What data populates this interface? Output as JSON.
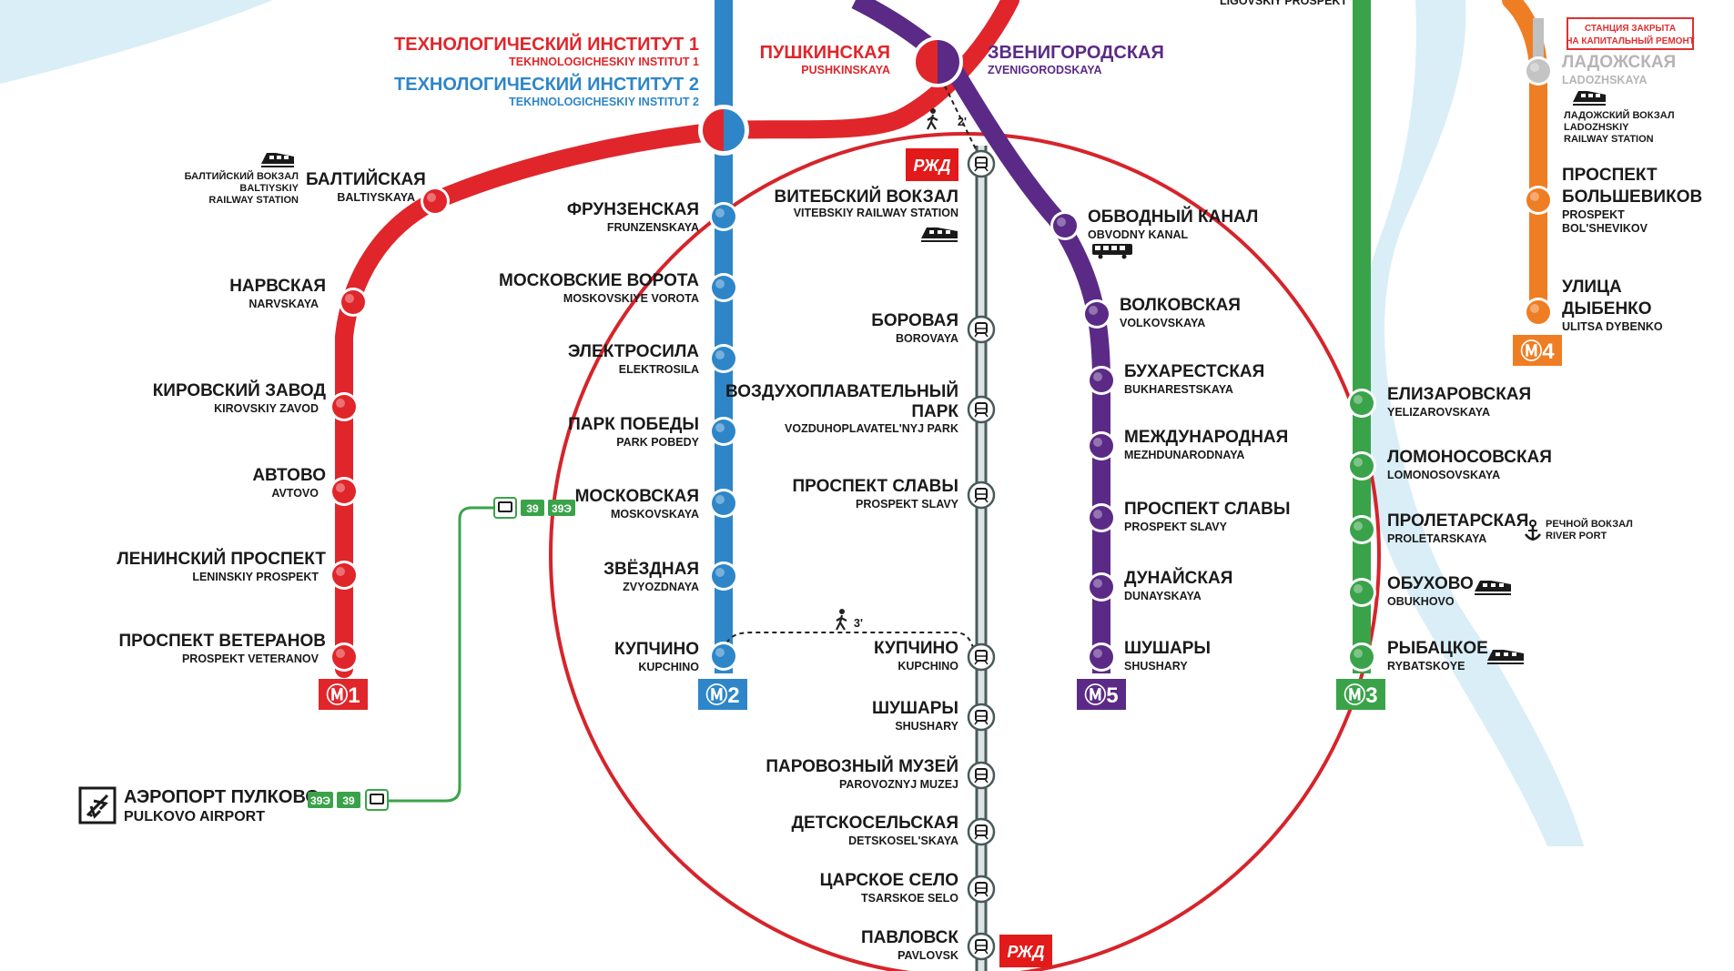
{
  "colors": {
    "line1": "#e0262b",
    "line2": "#2e86c8",
    "line3": "#3aa34a",
    "line4": "#ef7d24",
    "line5": "#5b2a86",
    "rail": "#4a5a5a",
    "circle": "#d6242b",
    "river": "#d9eef7",
    "rzd": "#e21a1a",
    "closed": "#e03030",
    "text": "#1a1a1a"
  },
  "line_badges": [
    {
      "label": "Ⓜ1",
      "line": "line1"
    },
    {
      "label": "Ⓜ2",
      "line": "line2"
    },
    {
      "label": "Ⓜ5",
      "line": "line5"
    },
    {
      "label": "Ⓜ3",
      "line": "line3"
    },
    {
      "label": "Ⓜ4",
      "line": "line4"
    }
  ],
  "header_stations": {
    "tech1_ru": "ТЕХНОЛОГИЧЕСКИЙ ИНСТИТУТ 1",
    "tech1_en": "TEKHNOLOGICHESKIY INSTITUT 1",
    "tech2_ru": "ТЕХНОЛОГИЧЕСКИЙ ИНСТИТУТ 2",
    "tech2_en": "TEKHNOLOGICHESKIY INSTITUT 2",
    "push_ru": "ПУШКИНСКАЯ",
    "push_en": "PUSHKINSKAYA",
    "zven_ru": "ЗВЕНИГОРОДСКАЯ",
    "zven_en": "ZVENIGORODSKAYA",
    "ligovsky_en": "LIGOVSKIY PROSPEKT"
  },
  "line1": [
    {
      "ru": "БАЛТИЙСКАЯ",
      "en": "BALTIYSKAYA"
    },
    {
      "ru": "НАРВСКАЯ",
      "en": "NARVSKAYA"
    },
    {
      "ru": "КИРОВСКИЙ ЗАВОД",
      "en": "KIROVSKIY ZAVOD"
    },
    {
      "ru": "АВТОВО",
      "en": "AVTOVO"
    },
    {
      "ru": "ЛЕНИНСКИЙ ПРОСПЕКТ",
      "en": "LENINSKIY PROSPEKT"
    },
    {
      "ru": "ПРОСПЕКТ ВЕТЕРАНОВ",
      "en": "PROSPEKT VETERANOV"
    }
  ],
  "baltic_station": {
    "l1": "БАЛТИЙСКИЙ ВОКЗАЛ",
    "l2": "BALTIYSKIY",
    "l3": "RAILWAY STATION"
  },
  "line2": [
    {
      "ru": "ФРУНЗЕНСКАЯ",
      "en": "FRUNZENSKAYA"
    },
    {
      "ru": "МОСКОВСКИЕ ВОРОТА",
      "en": "MOSKOVSKIYE VOROTA"
    },
    {
      "ru": "ЭЛЕКТРОСИЛА",
      "en": "ELEKTROSILA"
    },
    {
      "ru": "ПАРК ПОБЕДЫ",
      "en": "PARK POBEDY"
    },
    {
      "ru": "МОСКОВСКАЯ",
      "en": "MOSKOVSKAYA"
    },
    {
      "ru": "ЗВЁЗДНАЯ",
      "en": "ZVYOZDNAYA"
    },
    {
      "ru": "КУПЧИНО",
      "en": "KUPCHINO"
    }
  ],
  "rail": [
    {
      "ru": "ВИТЕБСКИЙ ВОКЗАЛ",
      "en": "VITEBSKIY RAILWAY STATION"
    },
    {
      "ru": "БОРОВАЯ",
      "en": "BOROVAYA"
    },
    {
      "ru": "ВОЗДУХОПЛАВАТЕЛЬНЫЙ",
      "ru2": "ПАРК",
      "en": "VOZDUHOPLAVATEL'NYJ PARK"
    },
    {
      "ru": "ПРОСПЕКТ СЛАВЫ",
      "en": "PROSPEKT SLAVY"
    },
    {
      "ru": "КУПЧИНО",
      "en": "KUPCHINO"
    },
    {
      "ru": "ШУШАРЫ",
      "en": "SHUSHARY"
    },
    {
      "ru": "ПАРОВОЗНЫЙ МУЗЕЙ",
      "en": "PAROVOZNYJ MUZEJ"
    },
    {
      "ru": "ДЕТСКОСЕЛЬСКАЯ",
      "en": "DETSKOSEL'SKAYA"
    },
    {
      "ru": "ЦАРСКОЕ СЕЛО",
      "en": "TSARSKOE SELO"
    },
    {
      "ru": "ПАВЛОВСК",
      "en": "PAVLOVSK"
    }
  ],
  "rzd_label": "РЖД",
  "walk_top": "2'",
  "walk_bottom": "3'",
  "line5": [
    {
      "ru": "ОБВОДНЫЙ КАНАЛ",
      "en": "OBVODNY KANAL"
    },
    {
      "ru": "ВОЛКОВСКАЯ",
      "en": "VOLKOVSKAYA"
    },
    {
      "ru": "БУХАРЕСТСКАЯ",
      "en": "BUKHARESTSKAYA"
    },
    {
      "ru": "МЕЖДУНАРОДНАЯ",
      "en": "MEZHDUNARODNAYA"
    },
    {
      "ru": "ПРОСПЕКТ СЛАВЫ",
      "en": "PROSPEKT SLAVY"
    },
    {
      "ru": "ДУНАЙСКАЯ",
      "en": "DUNAYSKAYA"
    },
    {
      "ru": "ШУШАРЫ",
      "en": "SHUSHARY"
    }
  ],
  "line3": [
    {
      "ru": "ЕЛИЗАРОВСКАЯ",
      "en": "YELIZAROVSKAYA"
    },
    {
      "ru": "ЛОМОНОСОВСКАЯ",
      "en": "LOMONOSOVSKAYA"
    },
    {
      "ru": "ПРОЛЕТАРСКАЯ",
      "en": "PROLETARSKAYA"
    },
    {
      "ru": "ОБУХОВО",
      "en": "OBUKHOVO"
    },
    {
      "ru": "РЫБАЦКОЕ",
      "en": "RYBATSKOYE"
    }
  ],
  "river_port": {
    "l1": "РЕЧНОЙ ВОКЗАЛ",
    "l2": "RIVER PORT"
  },
  "line4": [
    {
      "ru": "ЛАДОЖСКАЯ",
      "en": "LADOZHSKAYA"
    },
    {
      "ru": "ПРОСПЕКТ",
      "ru2": "БОЛЬШЕВИКОВ",
      "en": "PROSPEKT",
      "en2": "BOL'SHEVIKOV"
    },
    {
      "ru": "УЛИЦА",
      "ru2": "ДЫБЕНКО",
      "en": "ULITSA DYBENKO"
    }
  ],
  "ladozh_station": {
    "l1": "ЛАДОЖСКИЙ ВОКЗАЛ",
    "l2": "LADOZHSKIY",
    "l3": "RAILWAY STATION"
  },
  "closed_notice": {
    "l1": "СТАНЦИЯ ЗАКРЫТА",
    "l2": "НА КАПИТАЛЬНЫЙ РЕМОНТ"
  },
  "airport": {
    "ru": "АЭРОПОРТ ПУЛКОВО",
    "en": "PULKOVO AIRPORT"
  },
  "bus_routes": [
    "39",
    "39Э"
  ]
}
